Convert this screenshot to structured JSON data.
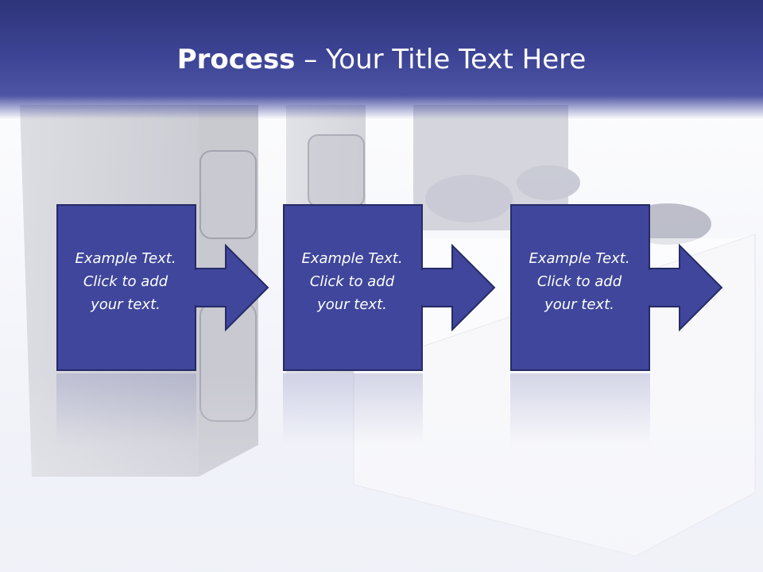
{
  "title": {
    "bold": "Process",
    "rest": " – Your Title Text Here"
  },
  "steps": [
    {
      "text_line1": "Example Text.",
      "text_line2": "Click  to add",
      "text_line3": "your text."
    },
    {
      "text_line1": "Example Text.",
      "text_line2": "Click  to add",
      "text_line3": "your text."
    },
    {
      "text_line1": "Example Text.",
      "text_line2": "Click  to add",
      "text_line3": "your text."
    }
  ],
  "colors": {
    "title_bar": "#3c4394",
    "box_fill": "#3f469b",
    "box_border": "#262b66",
    "text": "#ffffff"
  }
}
